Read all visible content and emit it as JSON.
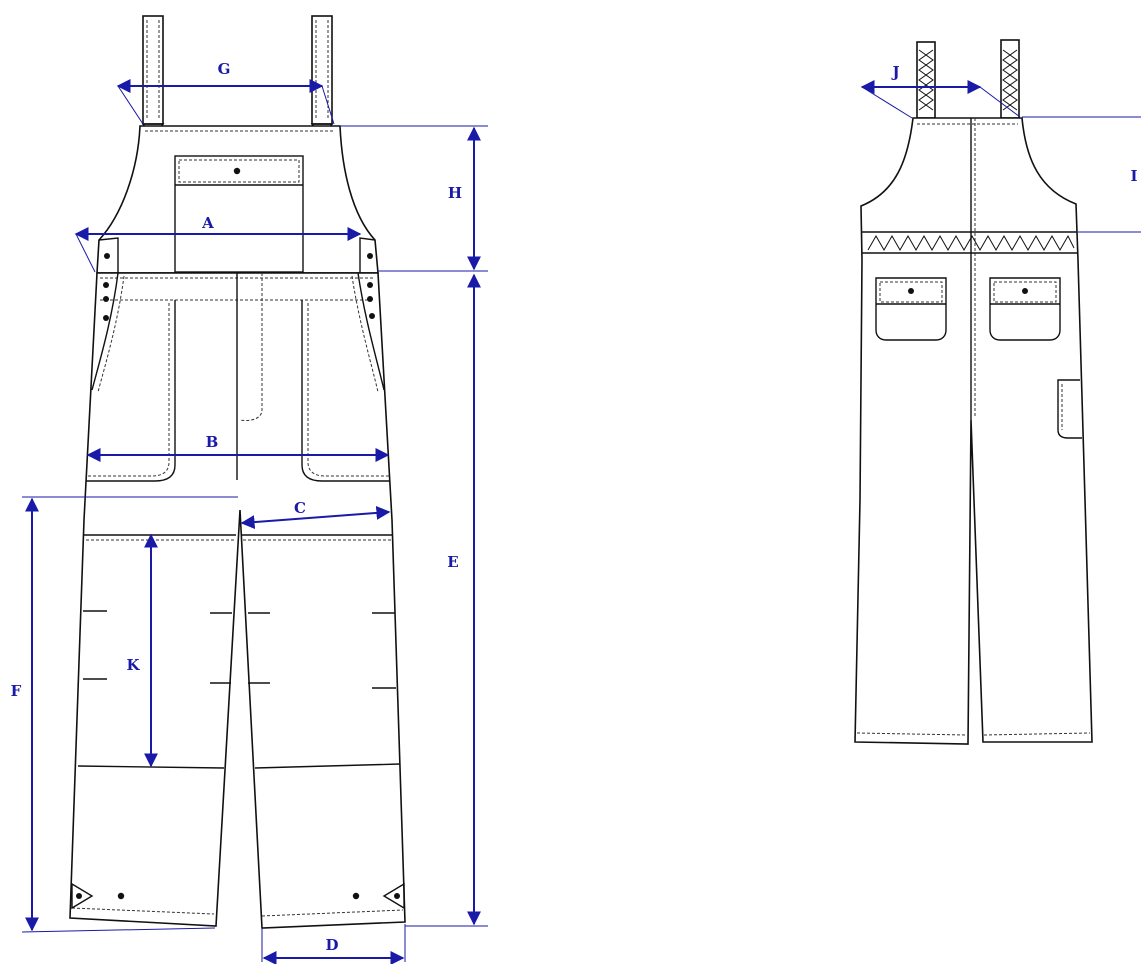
{
  "colors": {
    "dimension": "#1a1aa8",
    "outline": "#111111",
    "background": "#ffffff"
  },
  "front_view": {
    "labels": {
      "A": "A",
      "B": "B",
      "C": "C",
      "D": "D",
      "E": "E",
      "F": "F",
      "G": "G",
      "H": "H",
      "K": "K"
    }
  },
  "back_view": {
    "labels": {
      "I": "I",
      "J": "J"
    }
  }
}
